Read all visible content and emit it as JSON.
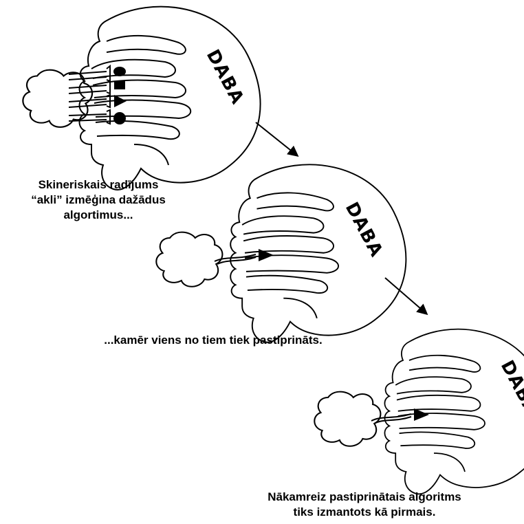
{
  "panels": [
    {
      "label": "DABA",
      "caption": [
        "Skineriskais radījums",
        "“akli” izmēģina dažādus",
        "algortimus..."
      ]
    },
    {
      "label": "DABA",
      "caption": [
        "...kamēr viens no tiem tiek pastiprināts."
      ]
    },
    {
      "label": "DABA",
      "caption": [
        "Nākamreiz pastiprinātais algoritms",
        "tiks izmantots kā pirmais."
      ]
    }
  ]
}
